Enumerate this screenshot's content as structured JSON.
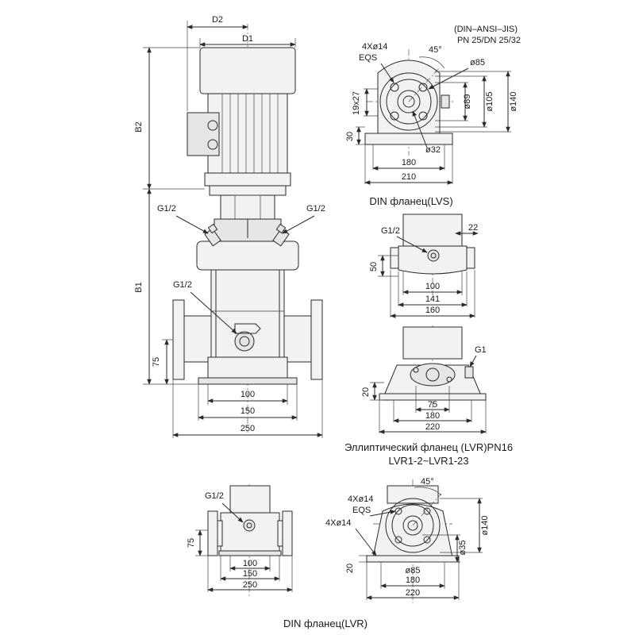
{
  "front_view": {
    "d2": "D2",
    "d1": "D1",
    "b2": "B2",
    "b1": "B1",
    "g_left": "G1/2",
    "g_right": "G1/2",
    "g_mid": "G1/2",
    "dim_75": "75",
    "dim_100": "100",
    "dim_150": "150",
    "dim_250": "250"
  },
  "din_lvs": {
    "standard": "(DIN–ANSI–JIS)",
    "pressure": "PN 25/DN 25/32",
    "bolts": "4Xø14",
    "eqs": "EQS",
    "angle": "45°",
    "d85": "ø85",
    "d89": "ø89",
    "d105": "ø105",
    "d140": "ø140",
    "d32": "ø32",
    "slot": "19x27",
    "dim_30": "30",
    "dim_180": "180",
    "dim_210": "210",
    "caption": "DIN фланец(LVS)"
  },
  "lvr_side": {
    "g": "G1/2",
    "dim_22": "22",
    "dim_50": "50",
    "dim_100": "100",
    "dim_141": "141",
    "dim_160": "160"
  },
  "lvr_top": {
    "g": "G1",
    "dim_20": "20",
    "dim_75": "75",
    "dim_180": "180",
    "dim_220": "220",
    "caption_line1": "Эллиптический фланец (LVR)PN16",
    "caption_line2": "LVR1-2~LVR1-23"
  },
  "din_lvr_side": {
    "g": "G1/2",
    "dim_75": "75",
    "dim_100": "100",
    "dim_150": "150",
    "dim_250": "250"
  },
  "din_lvr_top": {
    "angle": "45°",
    "bolts_top": "4Xø14",
    "eqs": "EQS",
    "bolts_base": "4Xø14",
    "d140": "ø140",
    "d35": "ø35",
    "d85": "ø85",
    "dim_20": "20",
    "dim_180": "180",
    "dim_220": "220",
    "caption": "DIN фланец(LVR)"
  }
}
